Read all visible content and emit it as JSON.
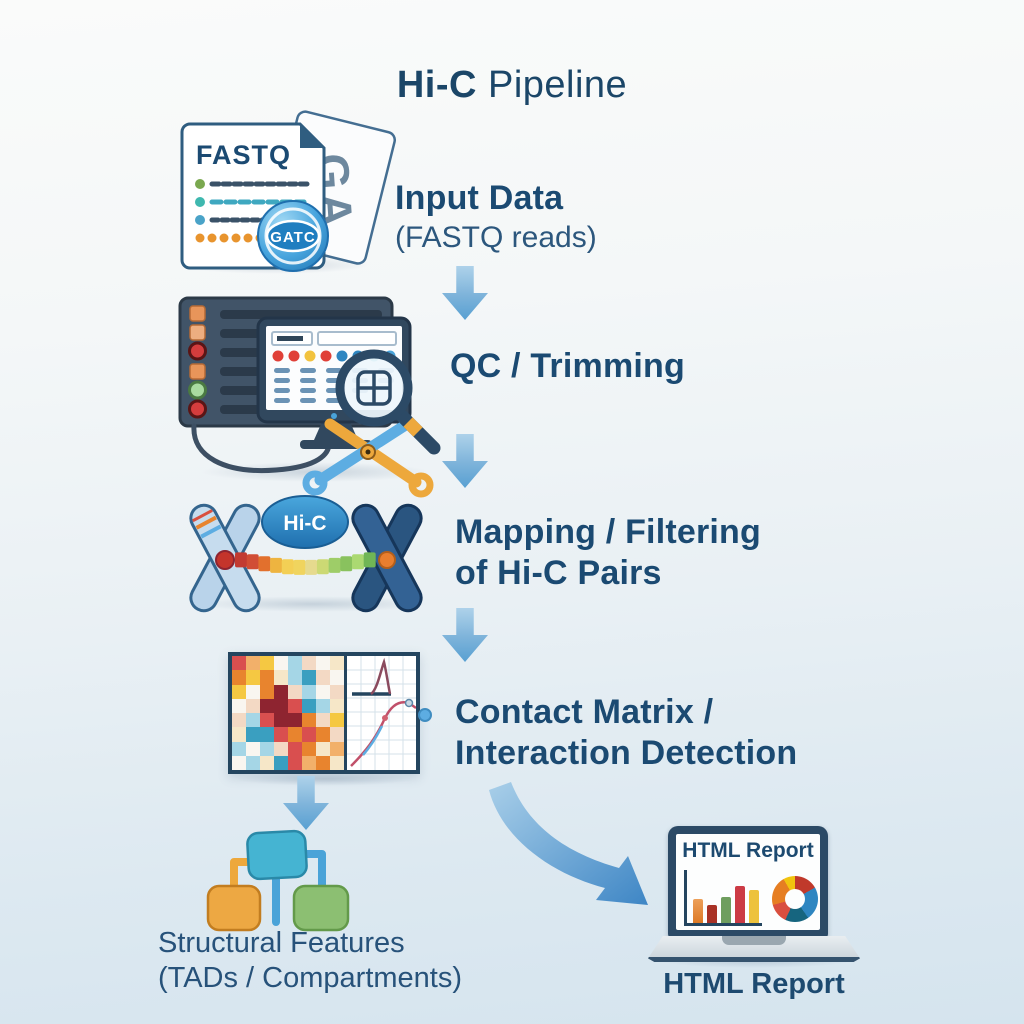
{
  "title": {
    "brand": "Hi-C",
    "rest": " Pipeline"
  },
  "steps": {
    "input": {
      "title": "Input Data",
      "subtitle": "(FASTQ reads)"
    },
    "qc": {
      "title": "QC / Trimming"
    },
    "mapping": {
      "title": "Mapping / Filtering",
      "subtitle": "of Hi-C Pairs"
    },
    "matrix": {
      "title": "Contact Matrix /",
      "subtitle": "Interaction Detection"
    },
    "structural": {
      "title": "Structural Features",
      "subtitle": "(TADs / Compartments)"
    },
    "report": {
      "caption": "HTML Report"
    }
  },
  "icons": {
    "fastq_doc": {
      "label": "FASTQ",
      "badge": "GATC",
      "back_letters": "GA"
    },
    "hic_badge": {
      "label": "Hi-C"
    },
    "laptop": {
      "screen_title": "HTML Report"
    },
    "names": [
      "fastq-file-icon",
      "gatc-badge-icon",
      "server-icon",
      "monitor-icon",
      "magnifier-icon",
      "scissors-icon",
      "chromosomes-icon",
      "hic-badge-icon",
      "contact-matrix-icon",
      "interaction-plot-icon",
      "down-arrow-icon",
      "curved-arrow-icon",
      "tads-tree-icon",
      "laptop-icon",
      "bar-chart-icon",
      "donut-chart-icon"
    ]
  },
  "colors": {
    "heading_navy": "#1b4a72",
    "arrow_blue": "#6fa9d6",
    "badge_blue": "#2e86c1",
    "background_top": "#fafbfa",
    "background_bottom": "#d5e4ee"
  },
  "matrix_icon": {
    "palette": {
      "R": "#d94f4f",
      "M": "#8e2430",
      "O": "#e8842e",
      "o": "#f2b06a",
      "Y": "#f5c842",
      "y": "#f6e7c8",
      "T": "#3a9fc0",
      "t": "#a5d6e6",
      "W": "#f9f6f0",
      "P": "#f3d9c4"
    },
    "rows": [
      "RoYWtPWy",
      "OYOytTPW",
      "YWOMPtWP",
      "WPMMRTty",
      "PtRMMOPY",
      "yTTROROP",
      "tWtPROyo",
      "WtyTRoOy"
    ]
  }
}
